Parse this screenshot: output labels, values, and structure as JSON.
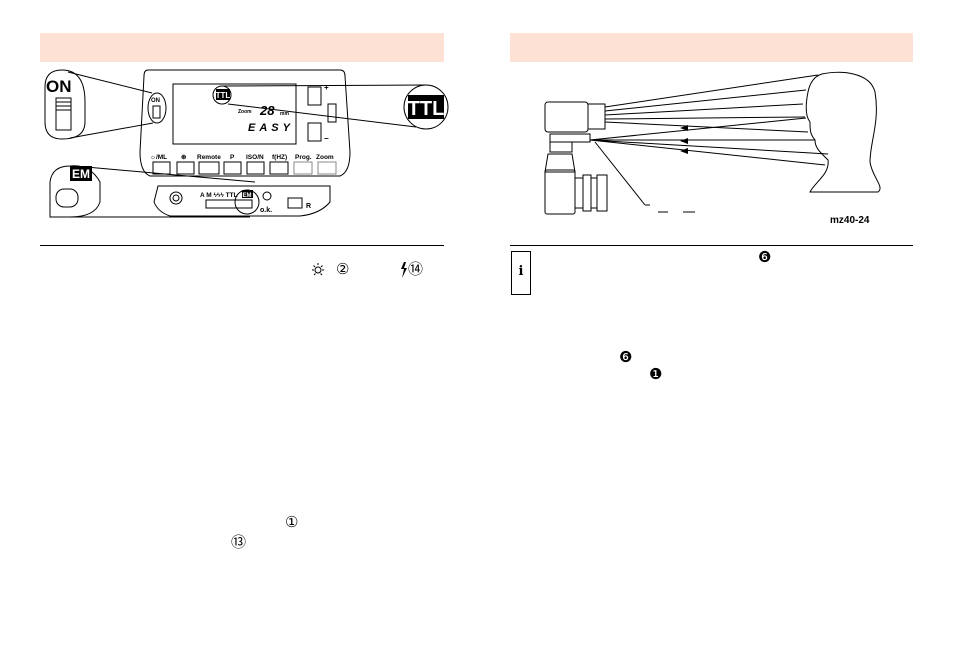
{
  "left_figure": {
    "on_callout": "ON",
    "on_switch_label": "ON",
    "ttl_callout": "TTL",
    "ttl_display": "TTL",
    "zoom_label": "Zoom",
    "zoom_value": "28",
    "zoom_unit": "mm",
    "mode_text": "EASY",
    "plus": "+",
    "minus": "−",
    "buttons": [
      "☼/ML",
      "⊛",
      "Remote",
      "P",
      "ISO/N",
      "f(HZ)",
      "Prog.",
      "Zoom"
    ],
    "mode_selector": "A M ϟϟϟ TTL",
    "mode_em": "EM",
    "em_callout": "EM",
    "ok_label": "o.k.",
    "r_label": "R"
  },
  "left_text": {
    "symbols_row": {
      "ref_a": "②",
      "ref_b": "⑭"
    },
    "ref_1": "①",
    "ref_13": "⑬"
  },
  "right_figure": {
    "figure_code": "mz40-24"
  },
  "right_text": {
    "info_icon": "i",
    "ref_6_top": "❻",
    "ref_6": "❻",
    "ref_1": "❶"
  },
  "colors": {
    "header_band": "#fde1d5"
  }
}
